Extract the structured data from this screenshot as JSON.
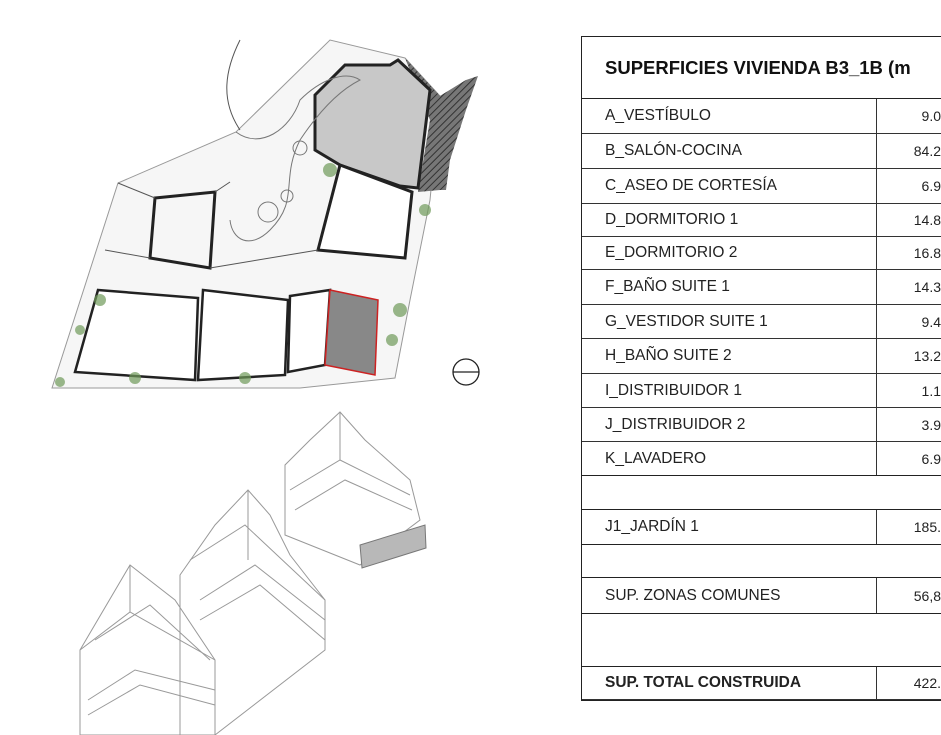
{
  "table": {
    "title": "SUPERFICIES VIVIENDA B3_1B (m",
    "rooms": [
      {
        "name": "A_VESTÍBULO",
        "value": "9.0"
      },
      {
        "name": "B_SALÓN-COCINA",
        "value": "84.2"
      },
      {
        "name": "C_ASEO DE CORTESÍA",
        "value": "6.9"
      },
      {
        "name": "D_DORMITORIO 1",
        "value": "14.8"
      },
      {
        "name": "E_DORMITORIO 2",
        "value": "16.8"
      },
      {
        "name": "F_BAÑO SUITE 1",
        "value": "14.3"
      },
      {
        "name": "G_VESTIDOR SUITE 1",
        "value": "9.4"
      },
      {
        "name": "H_BAÑO SUITE 2",
        "value": "13.2"
      },
      {
        "name": "I_DISTRIBUIDOR 1",
        "value": "1.1"
      },
      {
        "name": "J_DISTRIBUIDOR 2",
        "value": "3.9"
      },
      {
        "name": "K_LAVADERO",
        "value": "6.9"
      }
    ],
    "garden": {
      "name": "J1_JARDÍN 1",
      "value": "185."
    },
    "common": {
      "name": "SUP. ZONAS COMUNES",
      "value": "56,8"
    },
    "total": {
      "name": "SUP. TOTAL CONSTRUIDA",
      "value": "422."
    }
  },
  "colors": {
    "line": "#222222",
    "highlight": "#c8c8c8",
    "hatch": "#555555",
    "selected_unit": "#888888",
    "selected_outline": "#cc2222",
    "vegetation": "#6f9a5a"
  }
}
